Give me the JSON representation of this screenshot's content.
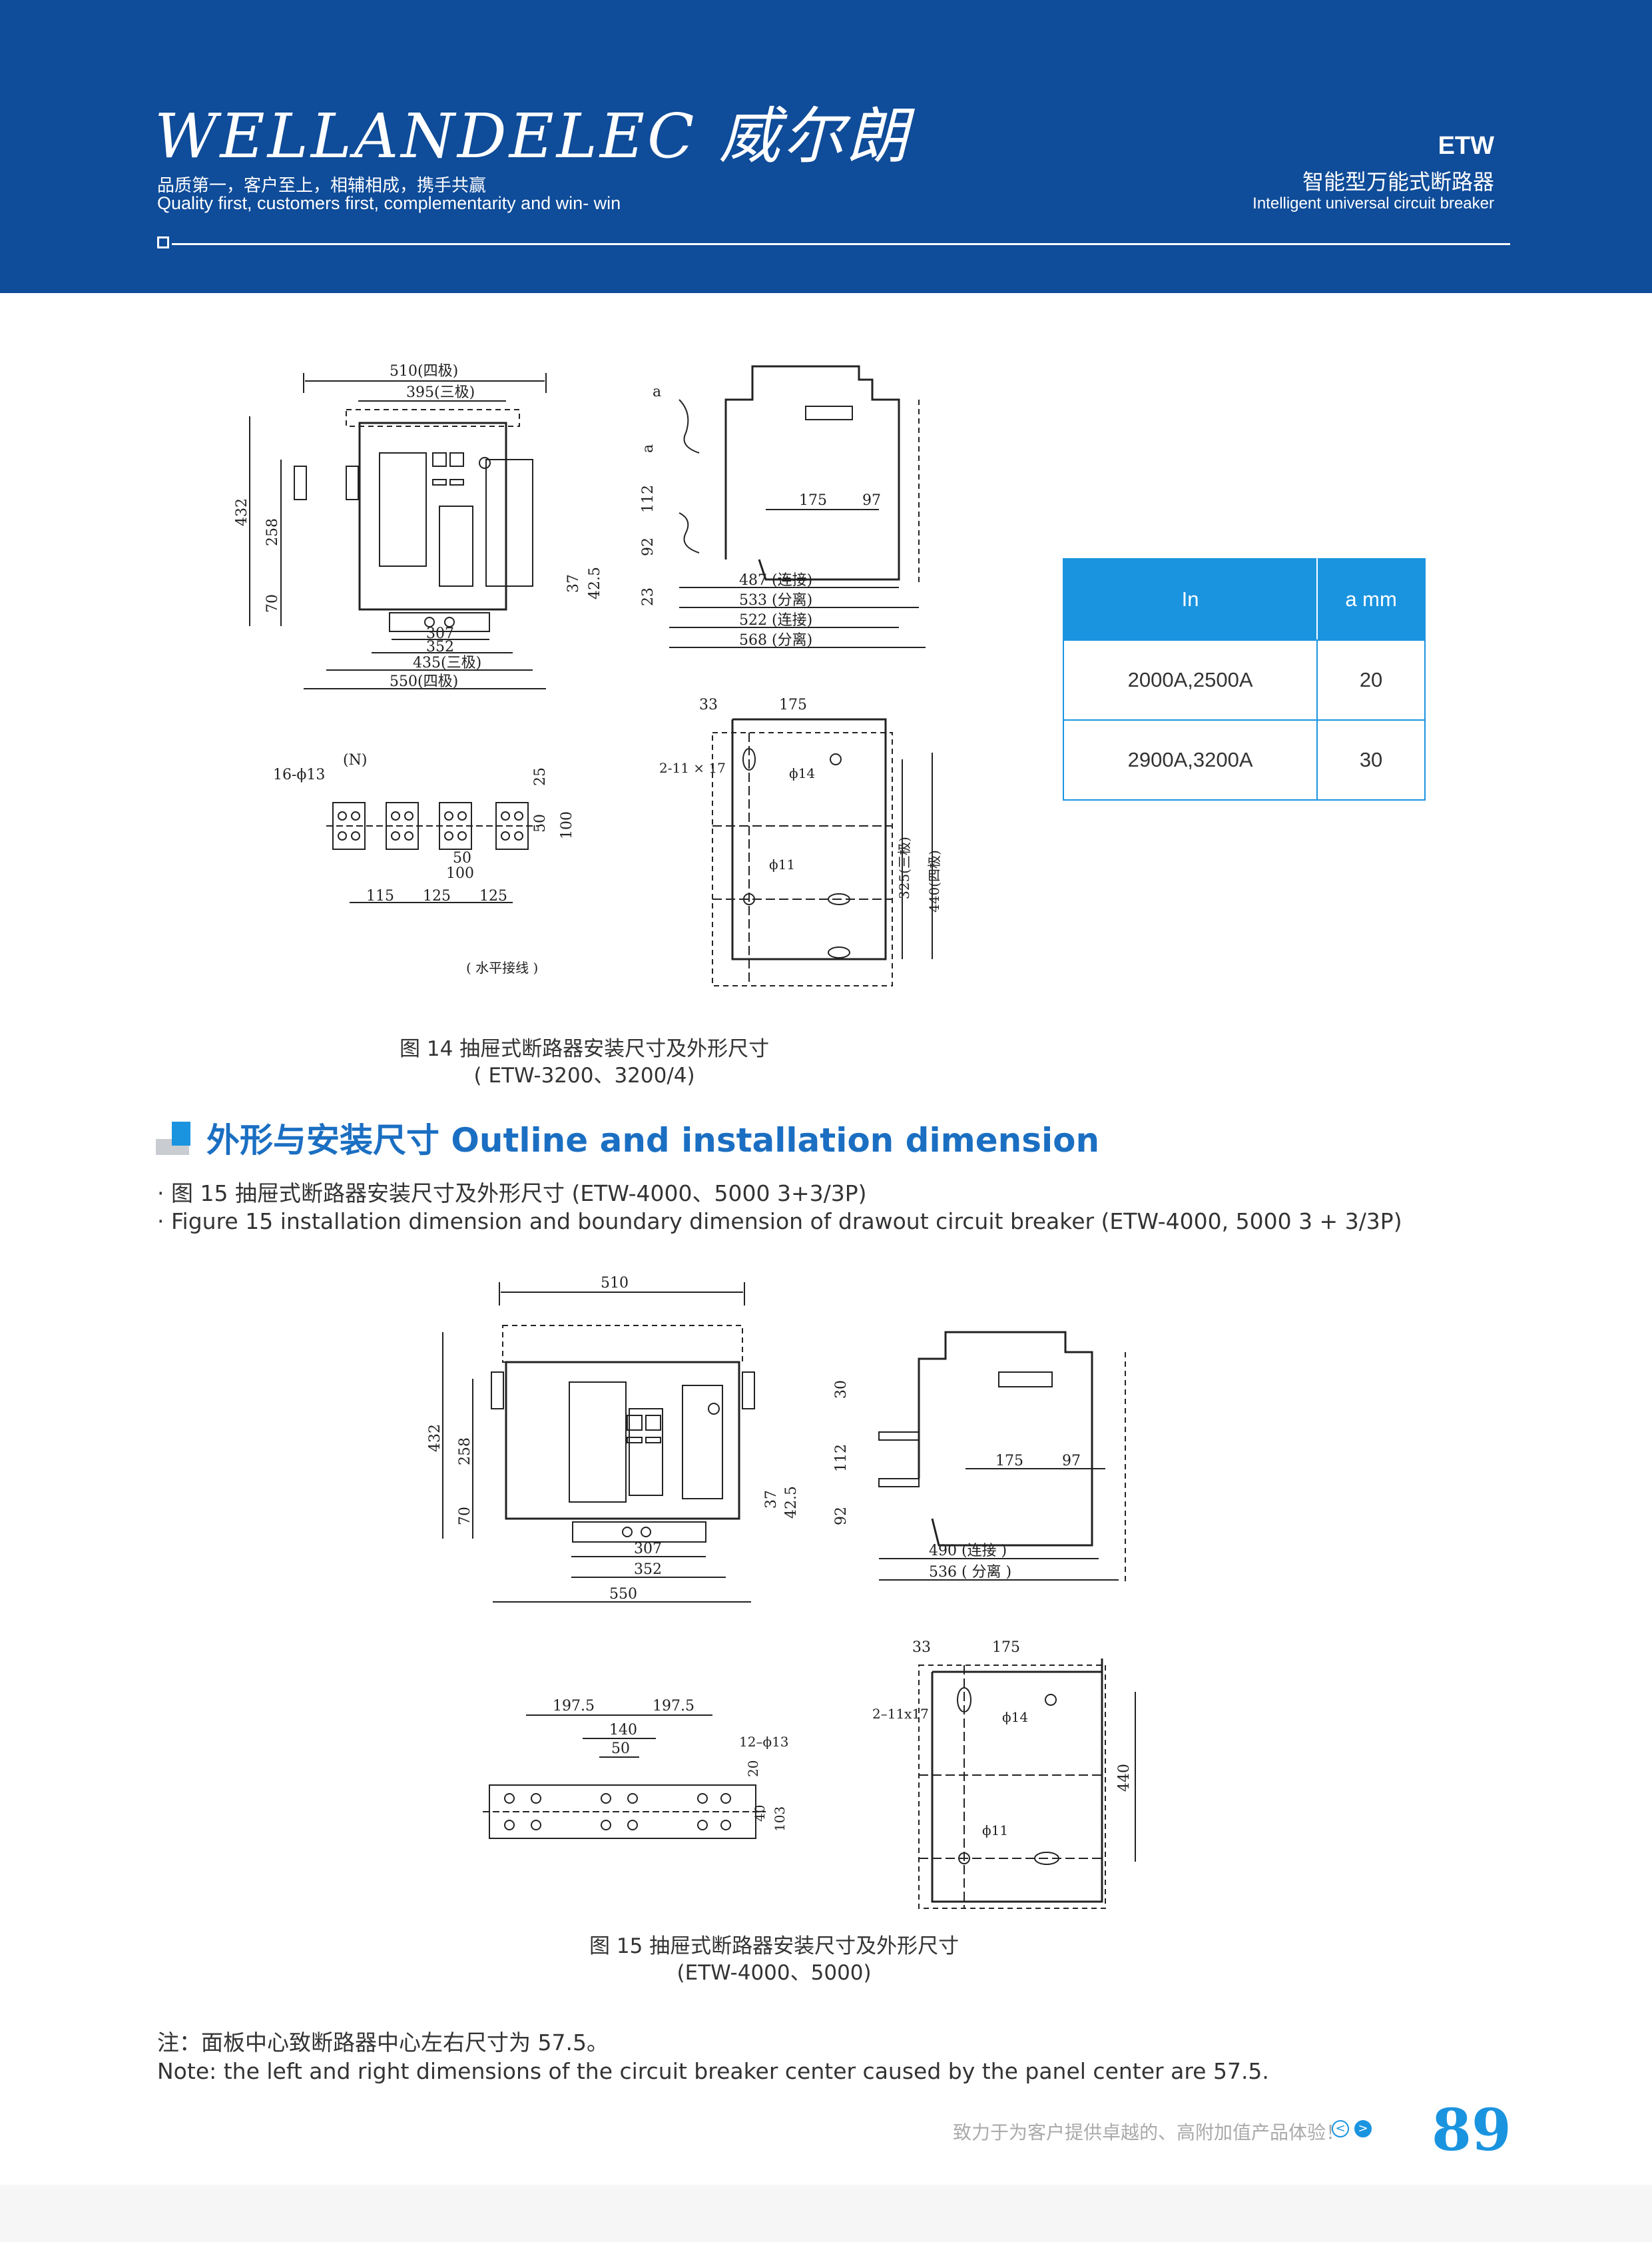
{
  "header": {
    "logo_text": "WELLANDELEC 威尔朗",
    "slogan_cn": "品质第一，客户至上，相辅相成，携手共赢",
    "slogan_en": "Quality first, customers first, complementarity and win- win",
    "series": "ETW",
    "product_cn": "智能型万能式断路器",
    "product_en": "Intelligent universal circuit breaker"
  },
  "fig14": {
    "front_dims": {
      "w510": "510(四极)",
      "w395": "395(三极)",
      "h432": "432",
      "h258": "258",
      "h70": "70",
      "d37": "37",
      "d42_5": "42.5",
      "b307": "307",
      "b352": "352",
      "b435": "435(三极)",
      "b550": "550(四极)"
    },
    "side_dims": {
      "a1": "a",
      "a2": "a",
      "h112": "112",
      "h92": "92",
      "h23": "23",
      "w175": "175",
      "w97": "97",
      "l487": "487 (连接)",
      "l533": "533 (分离)",
      "l522": "522 (连接)",
      "l568": "568 (分离)"
    },
    "terminal": {
      "holes": "16-ϕ13",
      "neutral": "(N)",
      "h25": "25",
      "h50": "50",
      "h100": "100",
      "s50": "50",
      "s100": "100",
      "s115": "115",
      "s125a": "125",
      "s125b": "125",
      "note": "( 水平接线 )"
    },
    "mount": {
      "w33": "33",
      "w175": "175",
      "slot": "2-11 × 17",
      "phi14": "ϕ14",
      "phi11": "ϕ11",
      "h325": "325(三极)",
      "h440": "440(四极)"
    },
    "caption_cn": "图 14 抽屉式断路器安装尺寸及外形尺寸",
    "caption_model": "( ETW-3200、3200/4)"
  },
  "spec_table": {
    "headers": [
      "In",
      "a mm"
    ],
    "rows": [
      [
        "2000A,2500A",
        "20"
      ],
      [
        "2900A,3200A",
        "30"
      ]
    ]
  },
  "section": {
    "title": "外形与安装尺寸 Outline and installation dimension",
    "bullet_cn": "· 图 15 抽屉式断路器安装尺寸及外形尺寸 (ETW-4000、5000 3+3/3P)",
    "bullet_en": "· Figure 15 installation dimension and boundary dimension of drawout circuit breaker (ETW-4000, 5000 3 + 3/3P)"
  },
  "fig15": {
    "front_dims": {
      "w510": "510",
      "h432": "432",
      "h258": "258",
      "h70": "70",
      "d37": "37",
      "d42_5": "42.5",
      "b307": "307",
      "b352": "352",
      "b550": "550"
    },
    "side_dims": {
      "h30": "30",
      "h112": "112",
      "h92": "92",
      "w175": "175",
      "w97": "97",
      "l490": "490 (连接 )",
      "l536": "536 ( 分离 )"
    },
    "terminal": {
      "w197a": "197.5",
      "w197b": "197.5",
      "w140": "140",
      "w50": "50",
      "holes": "12–ϕ13",
      "h20": "20",
      "h40": "40",
      "h103": "103"
    },
    "mount": {
      "w33": "33",
      "w175": "175",
      "slot": "2–11x17",
      "phi14": "ϕ14",
      "phi11": "ϕ11",
      "h440": "440"
    },
    "caption_cn": "图 15 抽屉式断路器安装尺寸及外形尺寸",
    "caption_model": "(ETW-4000、5000)"
  },
  "notes": {
    "cn": "注：面板中心致断路器中心左右尺寸为 57.5。",
    "en": "Note: the left and right dimensions of the circuit breaker center caused by the panel center are 57.5."
  },
  "footer": {
    "slogan": "致力于为客户提供卓越的、高附加值产品体验！",
    "prev": "<",
    "next": ">",
    "page": "89"
  },
  "colors": {
    "header_bg": "#0f4c99",
    "accent": "#1b94e0",
    "title": "#1b6fc2"
  }
}
